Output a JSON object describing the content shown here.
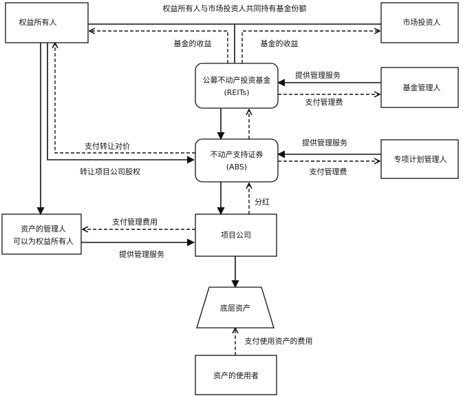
{
  "nodes": {
    "equity_owner": "权益所有人",
    "market_investors": "市场投资人",
    "reits_line1": "公募不动产投资基金",
    "reits_line2": "(REITs)",
    "fund_manager": "基金管理人",
    "abs_line1": "不动产支持证券",
    "abs_line2": "(ABS)",
    "special_plan_manager": "专项计划管理人",
    "asset_manager_line1": "资产的管理人",
    "asset_manager_line2": "可以为权益所有人",
    "project_company": "项目公司",
    "underlying_assets": "底层资产",
    "asset_user": "资产的使用者"
  },
  "labels": {
    "joint_holding": "权益所有人与市场投资人共同持有基金份额",
    "fund_income_left": "基金的收益",
    "fund_income_right": "基金的收益",
    "provide_mgmt_service_fund": "提供管理服务",
    "pay_mgmt_fee_fund": "支付管理费",
    "pay_transfer_consideration": "支付转让对价",
    "provide_mgmt_service_abs": "提供管理服务",
    "transfer_project_equity": "转让项目公司股权",
    "pay_mgmt_fee_abs": "支付管理费",
    "dividend": "分红",
    "pay_mgmt_expense": "支付管理费用",
    "provide_mgmt_service_company": "提供管理服务",
    "pay_asset_usage_fee": "支付使用资产的费用"
  }
}
